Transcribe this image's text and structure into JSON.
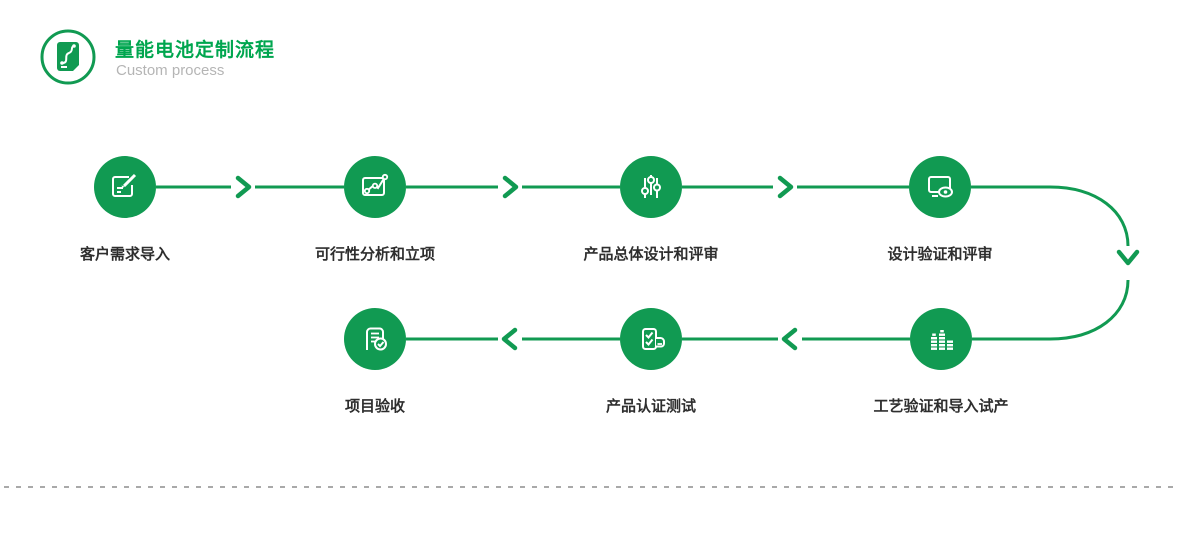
{
  "header": {
    "title": "量能电池定制流程",
    "subtitle": "Custom process",
    "badge_icon": "process-document-icon"
  },
  "colors": {
    "brand_green": "#00a64f",
    "node_green": "#119a52",
    "label_dark": "#2e2e2e",
    "subtitle_gray": "#b5b5b5",
    "divider_gray": "#a9a9a9"
  },
  "steps": [
    {
      "label": "客户需求导入",
      "icon": "edit-document-icon"
    },
    {
      "label": "可行性分析和立项",
      "icon": "chart-analysis-icon"
    },
    {
      "label": "产品总体设计和评审",
      "icon": "sliders-icon"
    },
    {
      "label": "设计验证和评审",
      "icon": "monitor-eye-icon"
    },
    {
      "label": "工艺验证和导入试产",
      "icon": "equalizer-bars-icon"
    },
    {
      "label": "产品认证测试",
      "icon": "battery-check-icon"
    },
    {
      "label": "项目验收",
      "icon": "document-check-icon"
    }
  ],
  "flow": {
    "direction_row1": "left-to-right",
    "direction_row2": "right-to-left",
    "arrow_icons": [
      "chevron-right-icon",
      "chevron-down-icon",
      "chevron-left-icon"
    ]
  }
}
